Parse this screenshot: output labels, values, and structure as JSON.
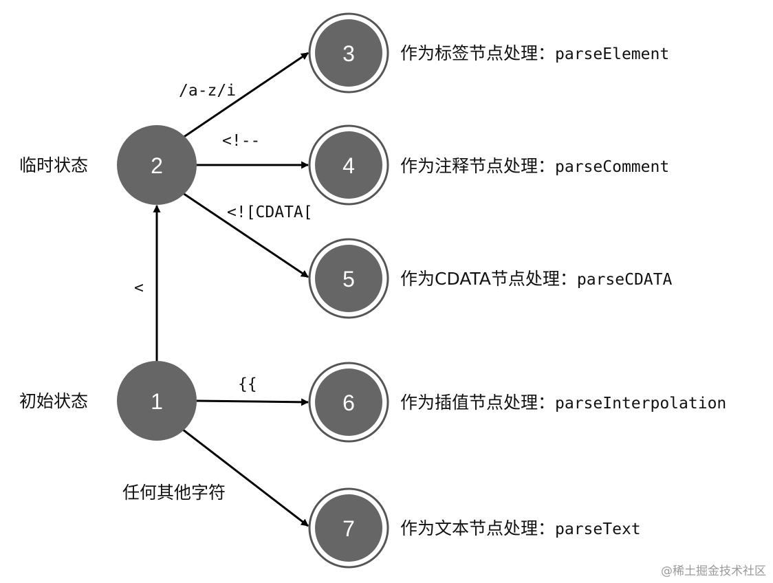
{
  "states": {
    "s1": {
      "number": "1",
      "label": "初始状态"
    },
    "s2": {
      "number": "2",
      "label": "临时状态"
    },
    "s3": {
      "number": "3",
      "desc": "作为标签节点处理：",
      "func": "parseElement"
    },
    "s4": {
      "number": "4",
      "desc": "作为注释节点处理：",
      "func": "parseComment"
    },
    "s5": {
      "number": "5",
      "desc": "作为CDATA节点处理：",
      "func": "parseCDATA"
    },
    "s6": {
      "number": "6",
      "desc": "作为插值节点处理：",
      "func": "parseInterpolation"
    },
    "s7": {
      "number": "7",
      "desc": "作为文本节点处理：",
      "func": "parseText"
    }
  },
  "edges": {
    "e1_2": "<",
    "e2_3": "/a-z/i",
    "e2_4": "<!--",
    "e2_5": "<![CDATA[",
    "e1_6": "{{",
    "e1_7": "任何其他字符"
  },
  "watermark": "@稀土掘金技术社区",
  "colors": {
    "node_fill": "#666666",
    "ring_stroke": "#555555",
    "edge": "#000000"
  }
}
